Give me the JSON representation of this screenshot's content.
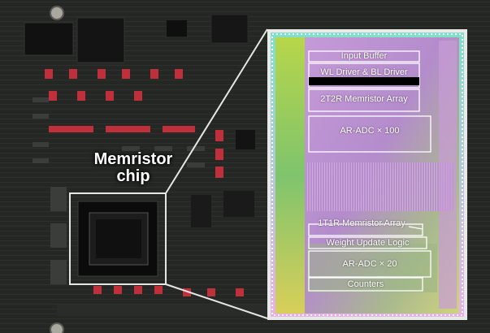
{
  "photo_label": {
    "line1": "Memristor",
    "line2": "chip"
  },
  "die_blocks": {
    "input_buffer": "Input Buffer",
    "wl_bl_driver": "WL Driver & BL Driver",
    "array_2t2r": "2T2R Memristor Array",
    "adc_100": "AR-ADC × 100",
    "array_1t1r": "1T1R Memristor Array",
    "weight_update": "Weight Update Logic",
    "adc_20": "AR-ADC × 20",
    "counters": "Counters"
  },
  "colors": {
    "board": "#1d1f1d",
    "die_purple": "#b98ad0",
    "die_green": "#9ccd6a",
    "block_outline": "#ffffff",
    "header_red": "#c0303a"
  }
}
